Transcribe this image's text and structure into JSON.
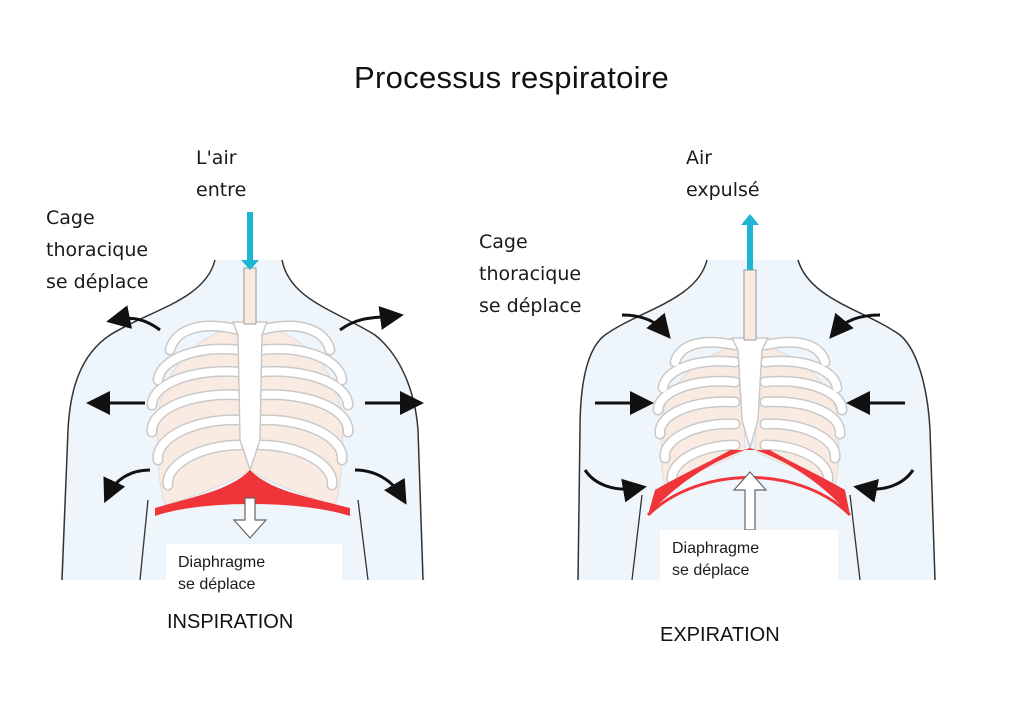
{
  "title": "Processus respiratoire",
  "panels": [
    {
      "caption": "INSPIRATION",
      "air_label": [
        "L'air",
        "entre"
      ],
      "cage_label": [
        "Cage",
        "thoracique",
        "se déplace"
      ],
      "diaphragm_label": [
        "Diaphragme",
        "se déplace"
      ],
      "air_direction": "in",
      "ribcage_motion": "outward",
      "diaphragm_motion": "down"
    },
    {
      "caption": "EXPIRATION",
      "air_label": [
        "Air",
        "expulsé"
      ],
      "cage_label": [
        "Cage",
        "thoracique",
        "se déplace"
      ],
      "diaphragm_label": [
        "Diaphragme",
        "se déplace"
      ],
      "air_direction": "out",
      "ribcage_motion": "inward",
      "diaphragm_motion": "up"
    }
  ],
  "colors": {
    "air_arrow": "#1fb6d4",
    "diaphragm": "#f0353a",
    "body_fill": "#eef5fb",
    "lung_fill": "#f9ebe2",
    "outline": "#333333"
  }
}
